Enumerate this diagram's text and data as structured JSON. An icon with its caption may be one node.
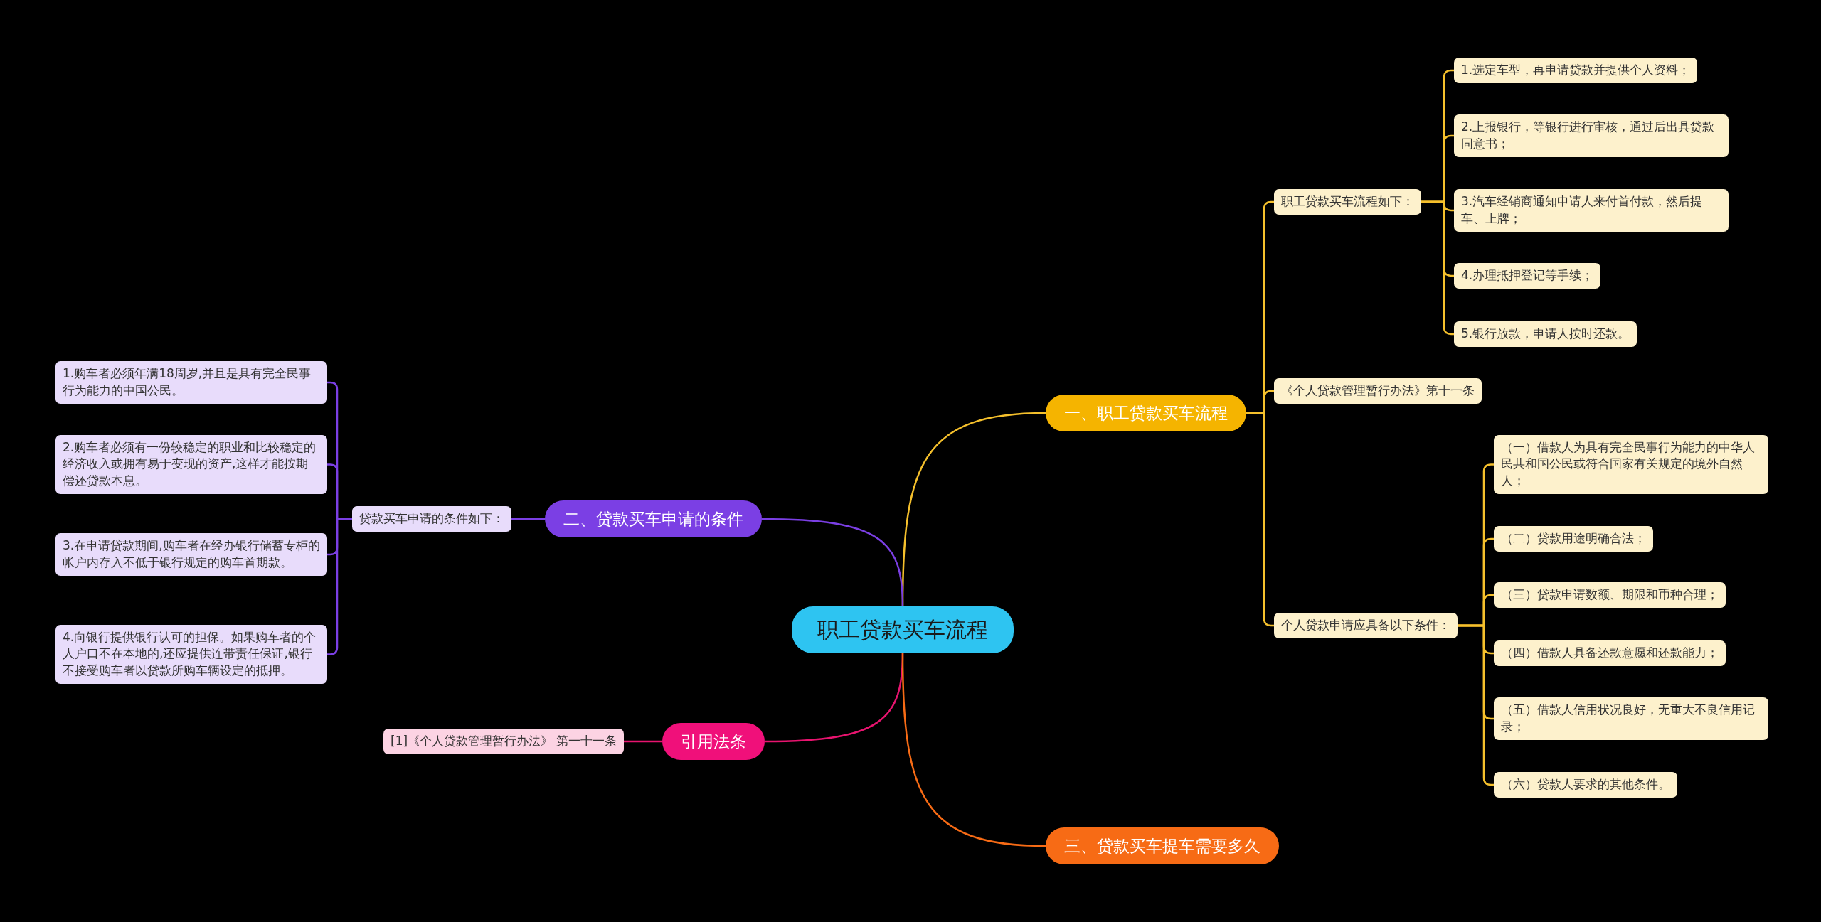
{
  "diagram": {
    "nodes": [
      {
        "text": [
          "职工贷款买车流程"
        ]
      },
      {
        "text": [
          "一、职工贷款买车流程"
        ]
      },
      {
        "text": [
          "职工贷款买车流程如下："
        ]
      },
      {
        "text": [
          "1.选定车型，再申请贷款并提供个人资料；"
        ]
      },
      {
        "text": [
          "2.上报银行，等银行进行审核，通过后出具贷款同意书；"
        ]
      },
      {
        "text": [
          "3.汽车经销商通知申请人来付首付款，然后提车、上牌；"
        ]
      },
      {
        "text": [
          "4.办理抵押登记等手续；"
        ]
      },
      {
        "text": [
          "5.银行放款，申请人按时还款。"
        ]
      },
      {
        "text": [
          "《个人贷款管理暂行办法》第十一条"
        ]
      },
      {
        "text": [
          "个人贷款申请应具备以下条件："
        ]
      },
      {
        "text": [
          "（一）借款人为具有完全民事行为能力的中华人民共和国公民或符合国家有关规定的境外自然人；"
        ]
      },
      {
        "text": [
          "（二）贷款用途明确合法；"
        ]
      },
      {
        "text": [
          "（三）贷款申请数额、期限和币种合理；"
        ]
      },
      {
        "text": [
          "（四）借款人具备还款意愿和还款能力；"
        ]
      },
      {
        "text": [
          "（五）借款人信用状况良好，无重大不良信用记录；"
        ]
      },
      {
        "text": [
          "（六）贷款人要求的其他条件。"
        ]
      },
      {
        "text": [
          "二、贷款买车申请的条件"
        ]
      },
      {
        "text": [
          "贷款买车申请的条件如下："
        ]
      },
      {
        "text": [
          "1.购车者必须年满18周岁,并且是具有完全民事行为能力的中国公民。"
        ]
      },
      {
        "text": [
          "2.购车者必须有一份较稳定的职业和比较稳定的经济收入或拥有易于变现的资产,这样才能按期偿还贷款本息。"
        ]
      },
      {
        "text": [
          "3.在申请贷款期间,购车者在经办银行储蓄专柜的帐户内存入不低于银行规定的购车首期款。"
        ]
      },
      {
        "text": [
          "4.向银行提供银行认可的担保。如果购车者的个人户口不在本地的,还应提供连带责任保证,银行不接受购车者以贷款所购车辆设定的抵押。"
        ]
      },
      {
        "text": [
          "引用法条"
        ]
      },
      {
        "text": [
          "[1]《个人贷款管理暂行办法》 第一十一条"
        ]
      },
      {
        "text": [
          "三、贷款买车提车需要多久"
        ]
      }
    ],
    "edges": [
      {
        "from": 0,
        "to": 1,
        "arrow": "none"
      },
      {
        "from": 1,
        "to": 2,
        "arrow": "none"
      },
      {
        "from": 2,
        "to": 3,
        "arrow": "none"
      },
      {
        "from": 2,
        "to": 4,
        "arrow": "none"
      },
      {
        "from": 2,
        "to": 5,
        "arrow": "none"
      },
      {
        "from": 2,
        "to": 6,
        "arrow": "none"
      },
      {
        "from": 2,
        "to": 7,
        "arrow": "none"
      },
      {
        "from": 1,
        "to": 8,
        "arrow": "none"
      },
      {
        "from": 1,
        "to": 9,
        "arrow": "none"
      },
      {
        "from": 9,
        "to": 10,
        "arrow": "none"
      },
      {
        "from": 9,
        "to": 11,
        "arrow": "none"
      },
      {
        "from": 9,
        "to": 12,
        "arrow": "none"
      },
      {
        "from": 9,
        "to": 13,
        "arrow": "none"
      },
      {
        "from": 9,
        "to": 14,
        "arrow": "none"
      },
      {
        "from": 9,
        "to": 15,
        "arrow": "none"
      },
      {
        "from": 0,
        "to": 16,
        "arrow": "none",
        "color": "#7b3fe4"
      },
      {
        "from": 16,
        "to": 17,
        "arrow": "none",
        "color": "#7b3fe4"
      },
      {
        "from": 17,
        "to": 18,
        "arrow": "none",
        "color": "#7b3fe4"
      },
      {
        "from": 17,
        "to": 19,
        "arrow": "none",
        "color": "#7b3fe4"
      },
      {
        "from": 17,
        "to": 20,
        "arrow": "none",
        "color": "#7b3fe4"
      },
      {
        "from": 17,
        "to": 21,
        "arrow": "none",
        "color": "#7b3fe4"
      },
      {
        "from": 0,
        "to": 22,
        "arrow": "none",
        "color": "#e8146f"
      },
      {
        "from": 22,
        "to": 23,
        "arrow": "none",
        "color": "#e8146f"
      },
      {
        "from": 0,
        "to": 24,
        "arrow": "none",
        "color": "#f76b15"
      }
    ]
  }
}
